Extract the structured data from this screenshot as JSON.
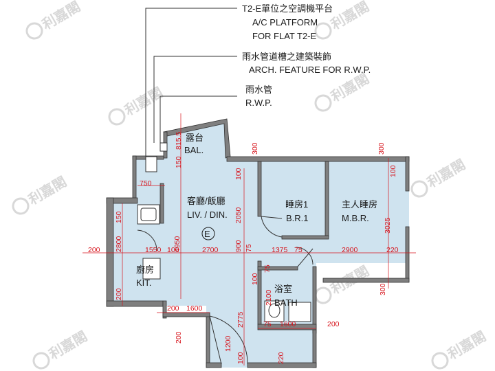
{
  "colors": {
    "room_fill": "#cfe3ef",
    "wall": "#7f7f7f",
    "wall_stroke": "#333333",
    "dimension": "#d7131b",
    "text": "#1a1a1a",
    "watermark": "#d8d8d8"
  },
  "callouts": [
    {
      "zh": "T2-E單位之空調機平台",
      "en_lines": [
        "A/C PLATFORM",
        "FOR FLAT T2-E"
      ]
    },
    {
      "zh": "雨水管道槽之建築裝飾",
      "en_lines": [
        "ARCH. FEATURE FOR R.W.P."
      ]
    },
    {
      "zh": "雨水管",
      "en_lines": [
        "R.W.P."
      ]
    }
  ],
  "rooms": [
    {
      "zh": "露台",
      "en": "BAL."
    },
    {
      "zh": "客廳/飯廳",
      "en": "LIV. / DIN."
    },
    {
      "zh": "睡房1",
      "en": "B.R.1"
    },
    {
      "zh": "主人睡房",
      "en": "M.B.R."
    },
    {
      "zh": "廚房",
      "en": "KIT."
    },
    {
      "zh": "浴室",
      "en": "BATH"
    }
  ],
  "entrance_marker": "E",
  "dimensions": [
    "815.5",
    "150",
    "300",
    "100",
    "300",
    "750",
    "2050",
    "100",
    "3025",
    "150",
    "4950",
    "2800",
    "200",
    "1550",
    "100",
    "2700",
    "900",
    "75",
    "1375",
    "75",
    "2900",
    "220",
    "300",
    "75",
    "100",
    "2100",
    "200",
    "200",
    "1600",
    "2775",
    "75",
    "1600",
    "200",
    "1200",
    "200",
    "100",
    "220"
  ],
  "watermark_text": "利嘉閣"
}
